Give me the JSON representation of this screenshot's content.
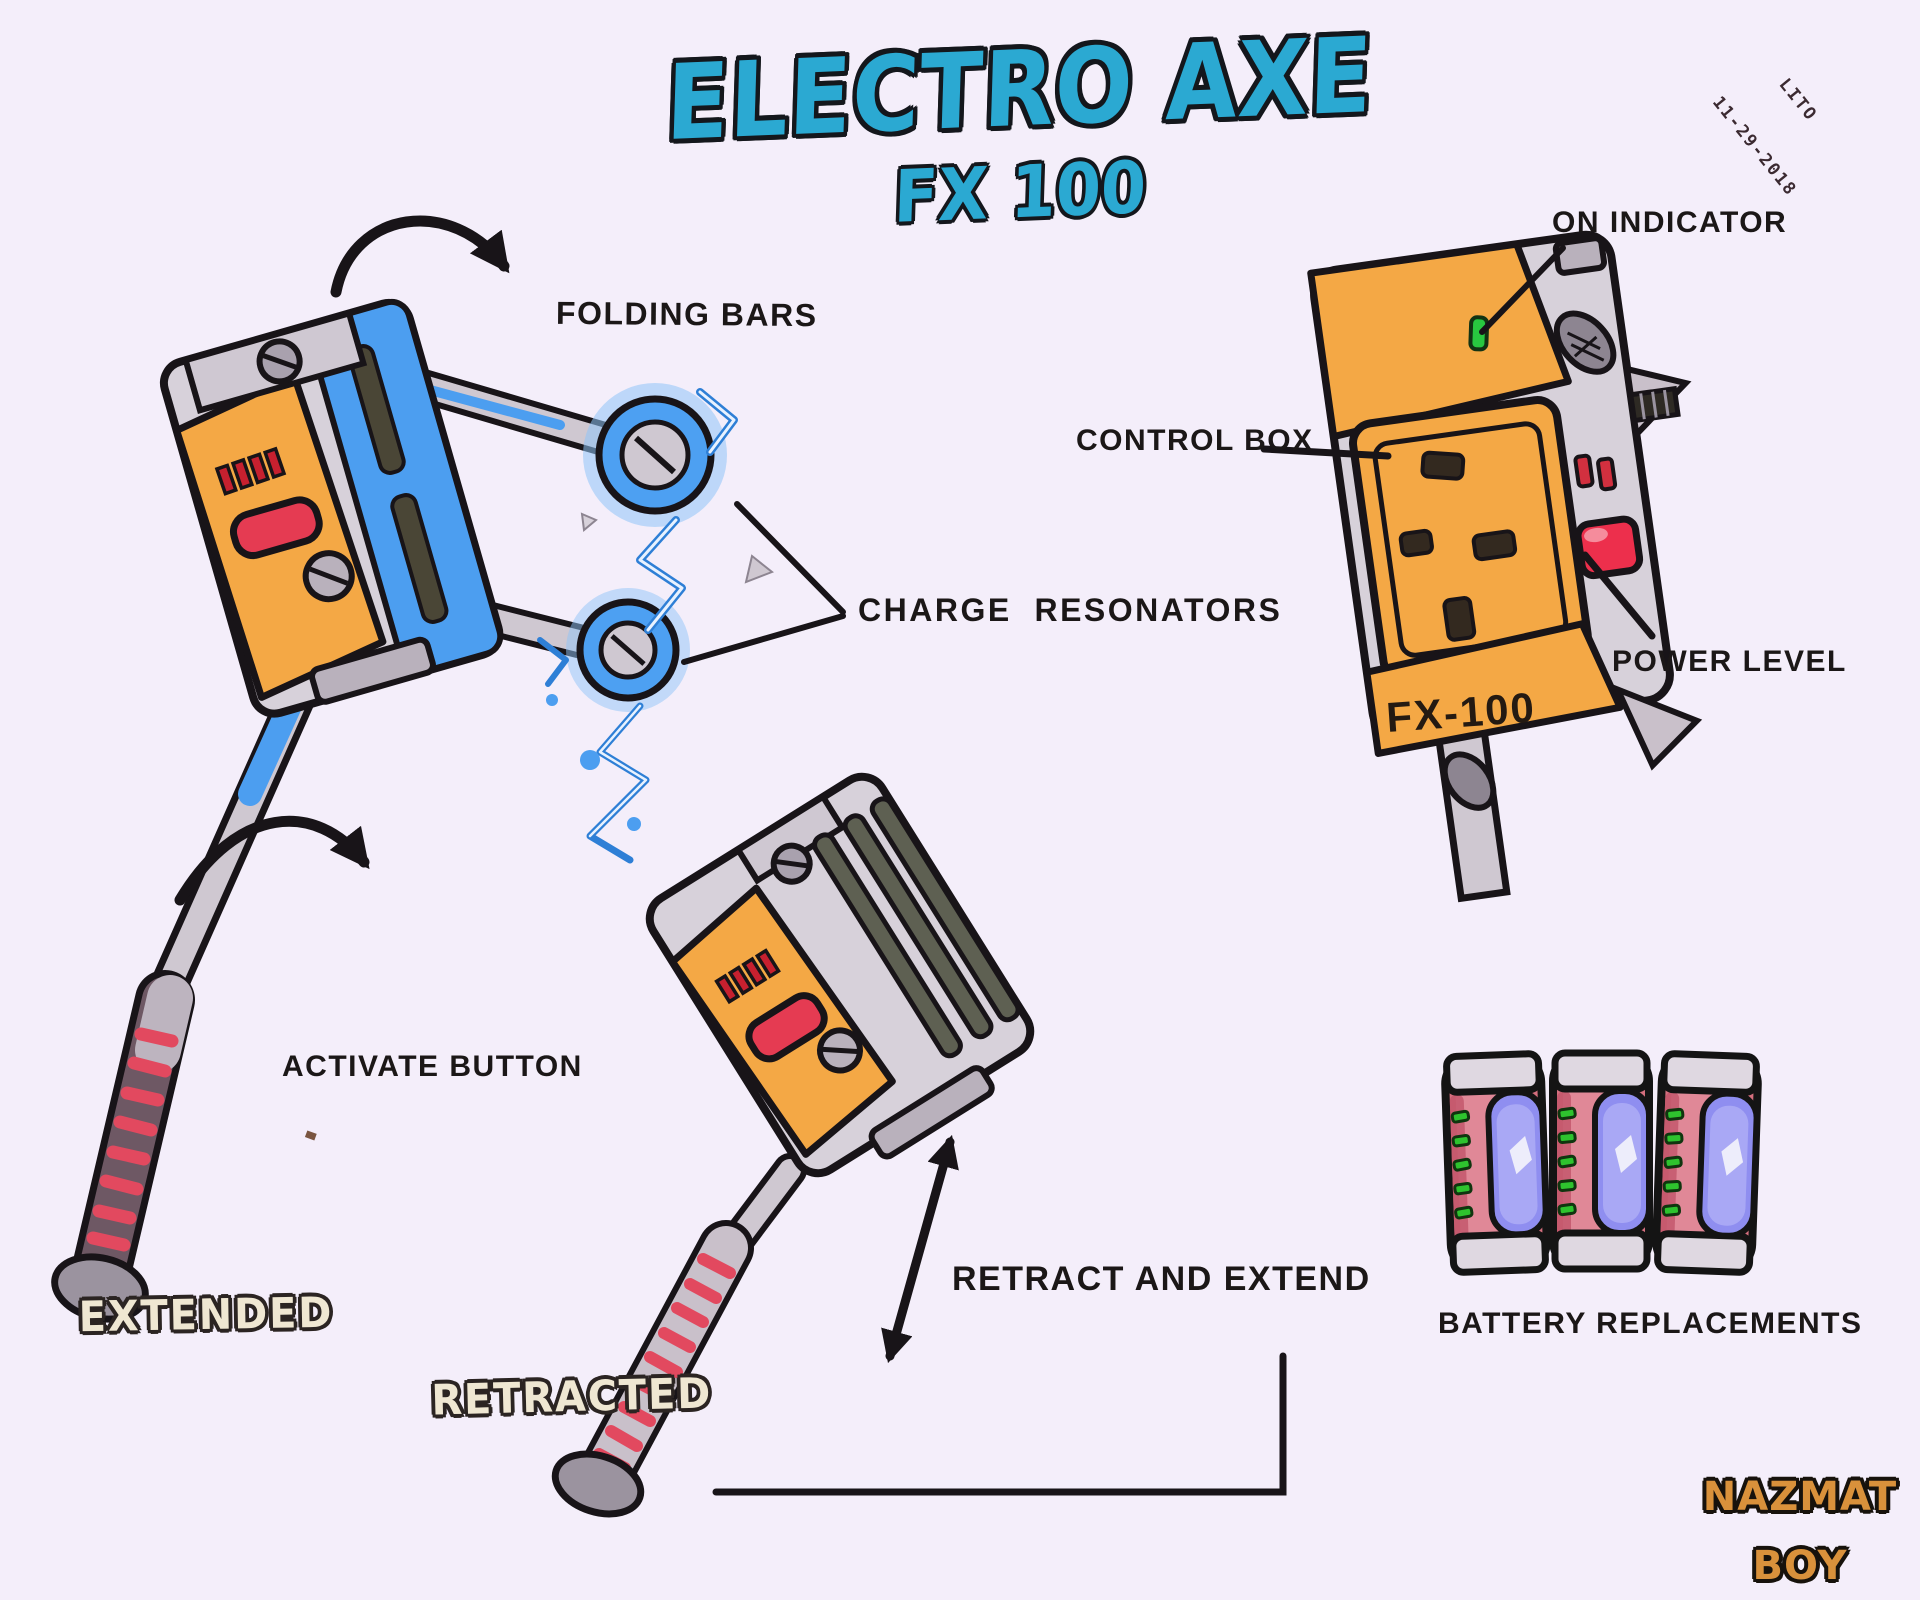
{
  "title": {
    "main": "ELECTRO AXE",
    "model": "FX 100"
  },
  "signature": {
    "artist": "LITO",
    "date": "11-29-2018"
  },
  "labels": {
    "folding_bars": "FOLDING BARS",
    "on_indicator": "ON INDICATOR",
    "control_box": "CONTROL BOX",
    "charge_resonators": "CHARGE  RESONATORS",
    "power_level": "POWER LEVEL",
    "activate_button": "ACTIVATE BUTTON",
    "retract_and_extend": "RETRACT AND EXTEND",
    "battery_replacements": "BATTERY REPLACEMENTS"
  },
  "states": {
    "extended": "EXTENDED",
    "retracted": "RETRACTED"
  },
  "device_model_marking": "FX-100",
  "logo": {
    "line1": "NAZMAT",
    "line2": "BOY"
  },
  "battery_count": 3,
  "colors": {
    "background": "#f4eefa",
    "ink": "#181418",
    "title_teal": "#2ba9d2",
    "body_silver": "#d7d1da",
    "panel_orange": "#f4a845",
    "bar_blue": "#4c9ef0",
    "button_red": "#e53b52",
    "grip_mauve": "#6e5864",
    "state_label_cream": "#efe7d2",
    "logo_orange": "#d9913b",
    "battery_shell_red": "#d46f7e",
    "battery_window_blue": "#8f8ef0",
    "battery_tick_green": "#2ec32e",
    "indicator_green": "#28c840"
  }
}
